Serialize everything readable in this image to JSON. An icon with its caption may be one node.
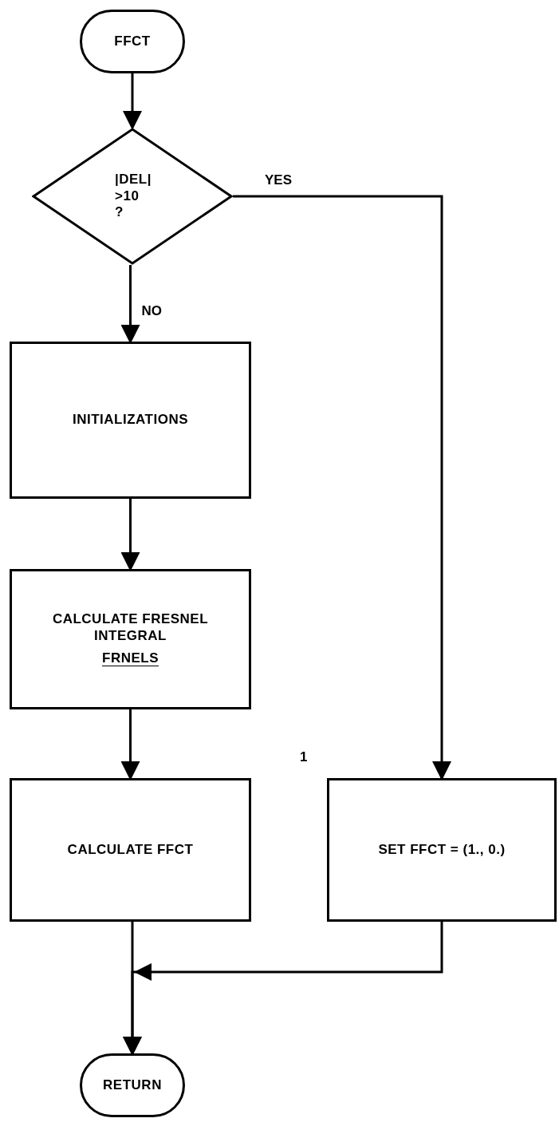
{
  "diagram": {
    "nodes": [
      {
        "text": [
          "FFCT"
        ]
      },
      {
        "text": [
          "|DEL| >10 ?"
        ]
      },
      {
        "text": [
          "INITIALIZATIONS"
        ]
      },
      {
        "text": [
          "CALCULATE FRESNEL INTEGRAL",
          "FRNELS"
        ]
      },
      {
        "text": [
          "CALCULATE FFCT"
        ]
      },
      {
        "text": [
          "SET FFCT = (1., 0.)"
        ],
        "beside": [
          "1"
        ]
      },
      {
        "text": [
          "RETURN"
        ]
      }
    ],
    "edges": [
      {
        "from": 0,
        "to": 1,
        "arrow": "to"
      },
      {
        "from": 1,
        "to": 2,
        "arrow": "to",
        "label": "NO"
      },
      {
        "from": 1,
        "to": 5,
        "arrow": "to",
        "label": "YES"
      },
      {
        "from": 2,
        "to": 3,
        "arrow": "to"
      },
      {
        "from": 3,
        "to": 4,
        "arrow": "to"
      },
      {
        "from": 4,
        "to": 6,
        "arrow": "to"
      },
      {
        "from": 5,
        "to": 6,
        "arrow": "to"
      }
    ]
  }
}
